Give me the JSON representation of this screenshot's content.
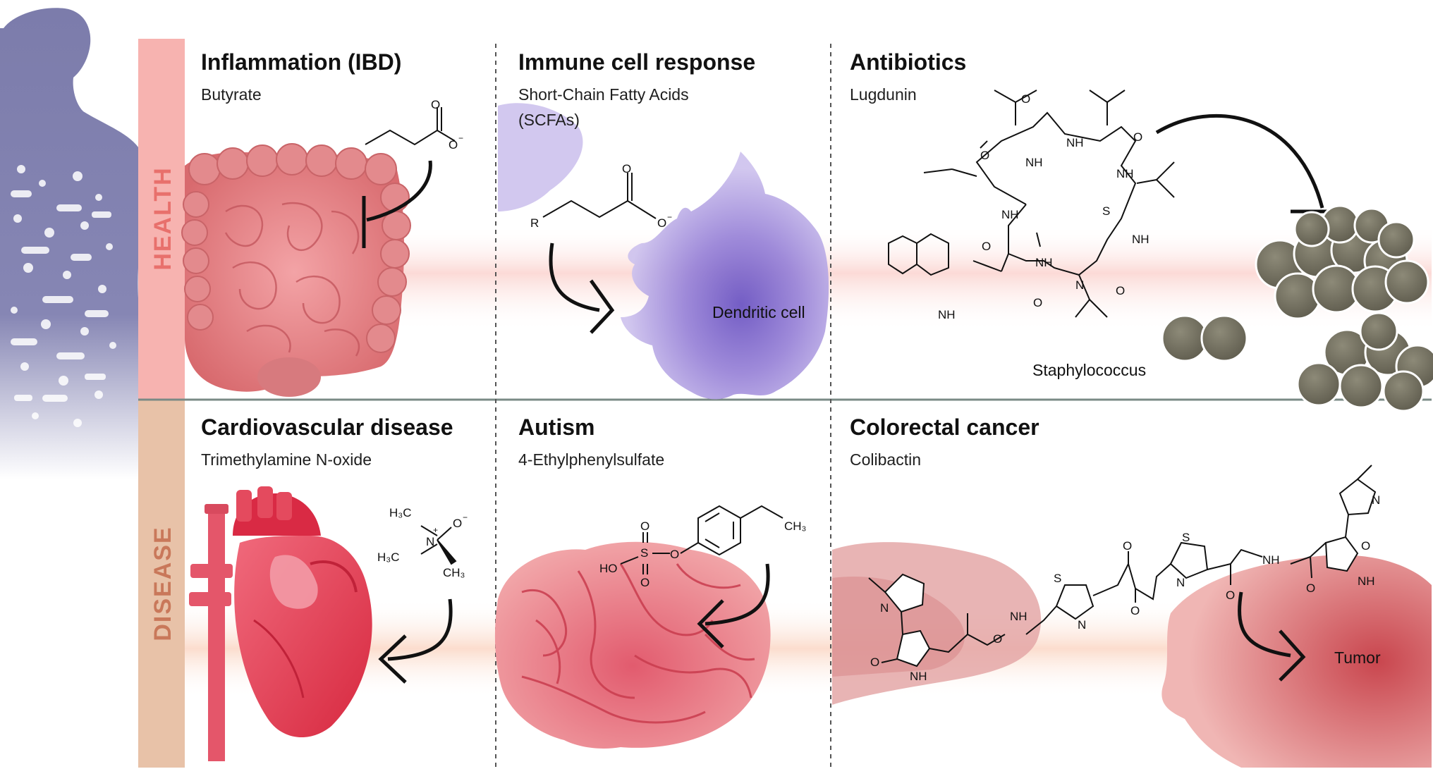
{
  "side_labels": {
    "health": "HEALTH",
    "disease": "DISEASE"
  },
  "panels": {
    "ibd": {
      "title": "Inflammation (IBD)",
      "subtitle": "Butyrate"
    },
    "immune": {
      "title": "Immune cell response",
      "subtitle_line1": "Short-Chain Fatty Acids",
      "subtitle_line2": "(SCFAs)",
      "cell_label": "Dendritic cell"
    },
    "antibiotics": {
      "title": "Antibiotics",
      "subtitle": "Lugdunin",
      "bacteria_label": "Staphylococcus"
    },
    "cardio": {
      "title": "Cardiovascular disease",
      "subtitle": "Trimethylamine N-oxide"
    },
    "autism": {
      "title": "Autism",
      "subtitle": "4-Ethylphenylsulfate"
    },
    "crc": {
      "title": "Colorectal cancer",
      "subtitle": "Colibactin",
      "tumor_label": "Tumor"
    }
  },
  "atoms": {
    "O": "O",
    "O_minus": "O",
    "minus": "−",
    "plus": "+",
    "R": "R",
    "NH": "NH",
    "N": "N",
    "S": "S",
    "H3C": "H₃C",
    "CH3": "CH₃",
    "HO": "HO"
  },
  "colors": {
    "health_band": "#f7b3b0",
    "health_text": "#e8706c",
    "disease_band": "#e8c2a8",
    "disease_text": "#c9785a",
    "divider": "#7a8a85",
    "body_silhouette": "#7f7fad",
    "bacteria": "#7b7868",
    "dendritic": "#9b7fd4",
    "heart": "#e44a5e",
    "brain": "#e88a8e",
    "tumor": "#c4545a"
  }
}
